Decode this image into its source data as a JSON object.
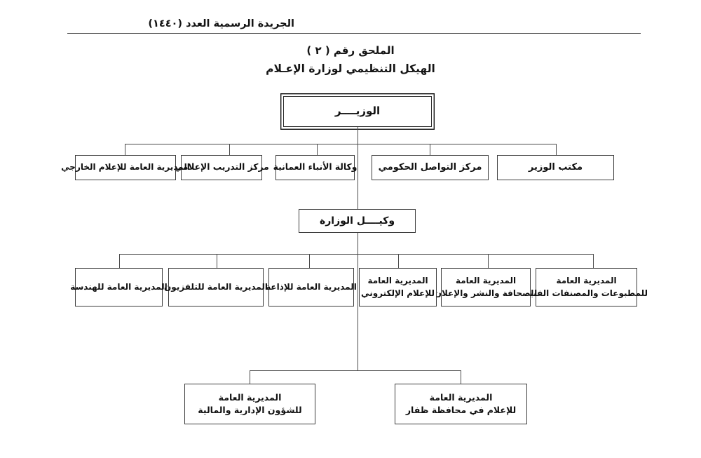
{
  "page": {
    "header_text": "الجريدة الرسمية العدد (١٤٤٠)",
    "title": "الملحق رقم ( ٢ )",
    "subtitle": "الهيكل التنظيمي لوزارة الإعـلام",
    "direction": "rtl",
    "colors": {
      "background": "#ffffff",
      "text": "#111111",
      "line": "#4a4a4a",
      "box_border": "#3d3d3d"
    }
  },
  "chart_data": {
    "type": "diagram",
    "title": "الهيكل التنظيمي لوزارة الإعـلام",
    "orientation": "top-down-rtl",
    "levels": [
      {
        "level": 1,
        "nodes": [
          "minister"
        ]
      },
      {
        "level": 2,
        "nodes": [
          "minister_office",
          "gov_comm_center",
          "oman_news_agency",
          "media_training_center",
          "external_media_dg"
        ]
      },
      {
        "level": 3,
        "nodes": [
          "undersecretary"
        ]
      },
      {
        "level": 4,
        "nodes": [
          "publications_dg",
          "press_publishing_ads_dg",
          "electronic_media_dg",
          "radio_dg",
          "television_dg",
          "engineering_dg"
        ]
      },
      {
        "level": 5,
        "nodes": [
          "dhofar_media_dg",
          "admin_finance_dg"
        ]
      }
    ]
  },
  "nodes": {
    "minister": {
      "lines": [
        "الوزيــــر"
      ]
    },
    "minister_office": {
      "lines": [
        "مكتب الوزير"
      ]
    },
    "gov_comm_center": {
      "lines": [
        "مركز التواصل الحكومي"
      ]
    },
    "oman_news_agency": {
      "lines": [
        "وكالة الأنباء العمانية"
      ]
    },
    "media_training_center": {
      "lines": [
        "مركز التدريب الإعلامي"
      ]
    },
    "external_media_dg": {
      "lines": [
        "المديرية العامة للإعلام الخارجي"
      ]
    },
    "undersecretary": {
      "lines": [
        "وكيــــل الوزارة"
      ]
    },
    "publications_dg": {
      "lines": [
        "المديرية العامة",
        "للمطبوعات والمصنفات الفنية"
      ]
    },
    "press_publishing_ads_dg": {
      "lines": [
        "المديرية العامة",
        "للصحافة والنشر والإعلان"
      ]
    },
    "electronic_media_dg": {
      "lines": [
        "المديرية العامة",
        "للإعلام الإلكتروني"
      ]
    },
    "radio_dg": {
      "lines": [
        "المديرية العامة للإذاعة"
      ]
    },
    "television_dg": {
      "lines": [
        "المديرية العامة للتلفزيون"
      ]
    },
    "engineering_dg": {
      "lines": [
        "المديرية العامة للهندسة"
      ]
    },
    "dhofar_media_dg": {
      "lines": [
        "المديرية العامة",
        "للإعلام في محافظة ظفار"
      ]
    },
    "admin_finance_dg": {
      "lines": [
        "المديرية العامة",
        "للشؤون الإدارية والمالية"
      ]
    }
  }
}
